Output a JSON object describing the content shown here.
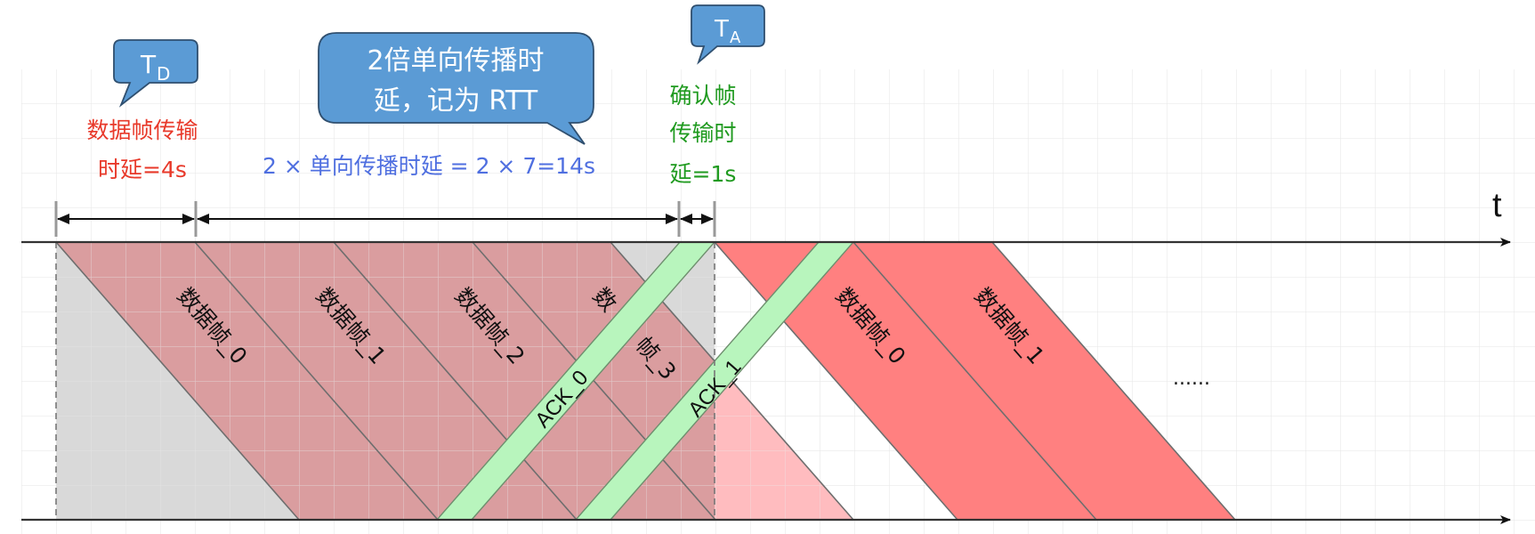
{
  "diagram": {
    "title": "Stop-and-wait / sliding window timing diagram",
    "time_axis_label": "t",
    "ellipsis": "......",
    "bubbles": {
      "td": {
        "main": "T",
        "sub": "D"
      },
      "rtt": {
        "line1": "2倍单向传播时",
        "line2": "延，记为 RTT"
      },
      "ta": {
        "main": "T",
        "sub": "A"
      }
    },
    "annotations": {
      "data_tx": {
        "line1": "数据帧传输",
        "line2": "时延=4s",
        "color": "#e8392a"
      },
      "prop": {
        "text": "2 × 单向传播时延 = 2 × 7=14s",
        "color": "#4f6fe0"
      },
      "ack_tx": {
        "line1": "确认帧",
        "line2": "传输时",
        "line3": "延=1s",
        "color": "#1f9a1f"
      }
    },
    "frames_round1": [
      {
        "label": "数据帧_0"
      },
      {
        "label": "数据帧_1"
      },
      {
        "label": "数据帧_2"
      },
      {
        "label": "数据帧_3",
        "label_visible_parts": [
          "数",
          "帧_3"
        ]
      }
    ],
    "acks": [
      {
        "label": "ACK_0"
      },
      {
        "label": "ACK_1"
      }
    ],
    "frames_round2": [
      {
        "label": "数据帧_0"
      },
      {
        "label": "数据帧_1"
      }
    ],
    "timing": {
      "data_frame_tx_s": 4,
      "one_way_prop_s": 7,
      "rtt_s": 14,
      "ack_tx_s": 1
    },
    "colors": {
      "bubble_fill": "#5b9bd5",
      "bubble_stroke": "#2f4f6f",
      "frame_old": "#d99a9c",
      "frame_new": "#ff8080",
      "idle_gray": "#d9d9d9",
      "ack_green": "#b8f5bd",
      "pink_light": "#ffbcbf",
      "grid": "#ececec"
    }
  }
}
